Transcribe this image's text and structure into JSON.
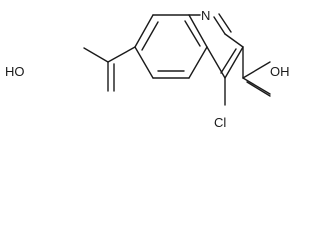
{
  "molecule": {
    "atoms": {
      "ring_nitrogen": "N",
      "chlorine": "Cl",
      "left_hydroxyl": "HO",
      "right_hydroxyl": "OH"
    },
    "bond_color": "#1a1a1a",
    "label_color": "#1a1a1a",
    "background": "#ffffff"
  }
}
